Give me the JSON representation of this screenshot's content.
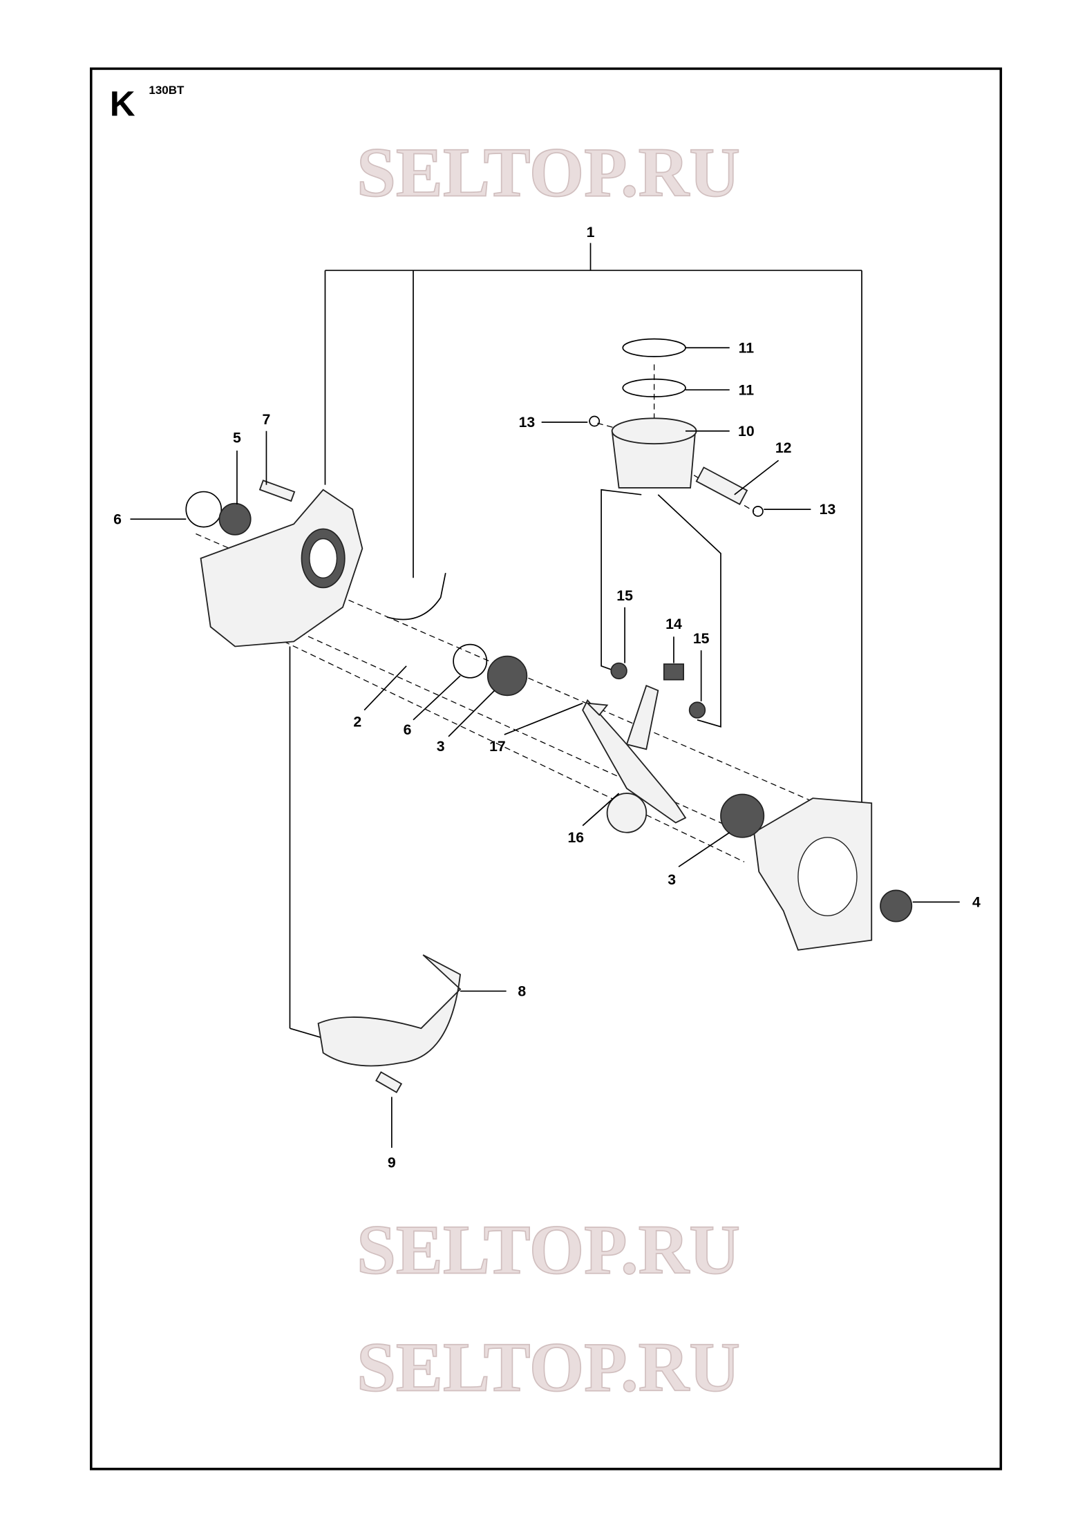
{
  "header": {
    "section_letter": "K",
    "model": "130BT"
  },
  "watermark": "SELTOP.RU",
  "callouts": [
    "1",
    "11",
    "11",
    "13",
    "10",
    "12",
    "13",
    "7",
    "5",
    "6",
    "15",
    "14",
    "15",
    "2",
    "6",
    "3",
    "17",
    "16",
    "3",
    "4",
    "8",
    "9"
  ]
}
